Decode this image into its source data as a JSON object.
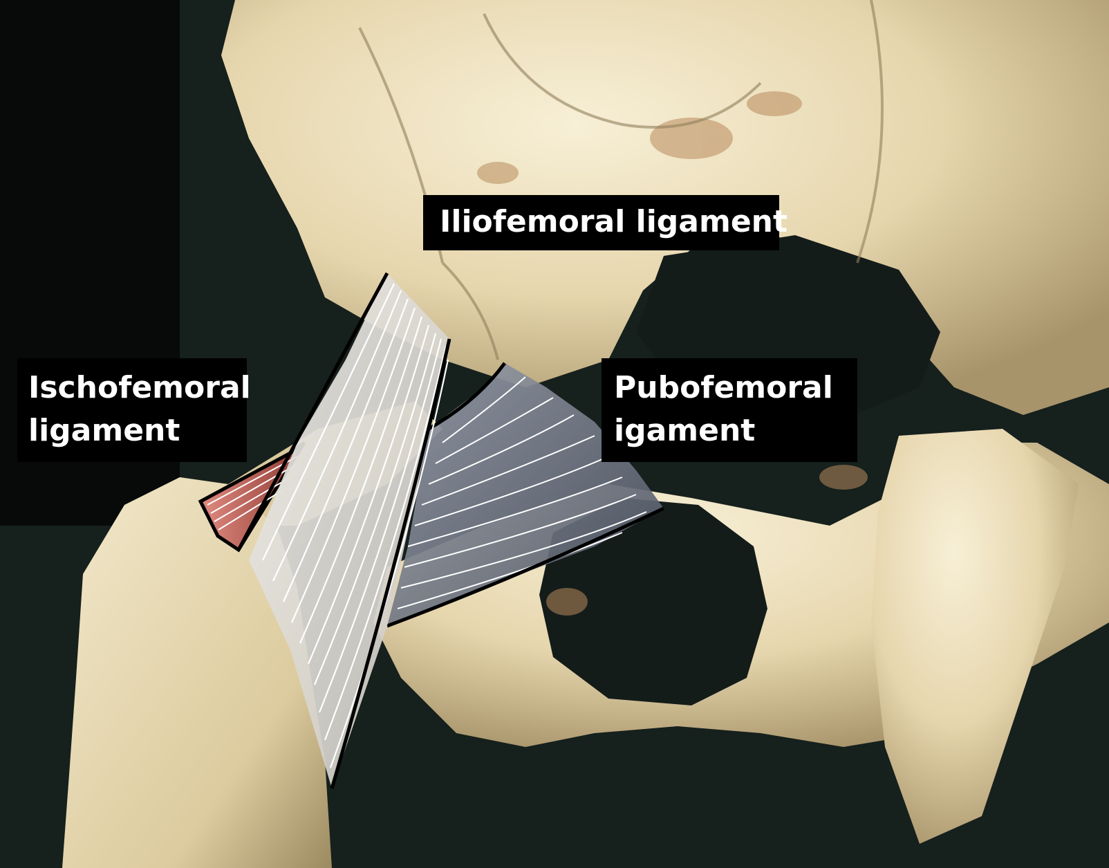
{
  "labels": {
    "iliofemoral": "Iliofemoral ligament",
    "ischofemoral": [
      "Ischofemoral",
      "ligament"
    ],
    "pubofemoral": [
      "Pubofemoral",
      "igament"
    ]
  },
  "colors": {
    "background_dark": "#16201d",
    "bone_light": "#efe4c5",
    "bone_shadow": "#8f7e5a",
    "iliofemoral_band": "#d9d6d0",
    "pubofemoral_band": "#6f7888",
    "ischofemoral_band": "#b8564c",
    "label_box": "#000000",
    "label_text": "#ffffff"
  }
}
